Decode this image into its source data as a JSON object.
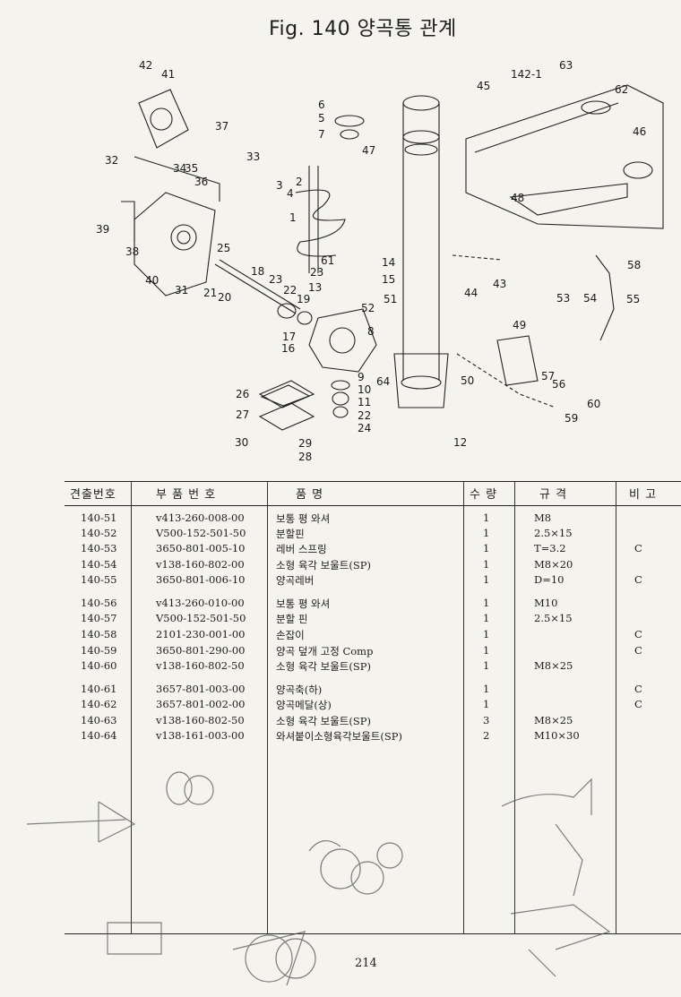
{
  "title": "Fig. 140   양곡통 관계",
  "callouts": [
    "42",
    "41",
    "37",
    "33",
    "32",
    "3",
    "4",
    "2",
    "1",
    "34",
    "35",
    "36",
    "39",
    "38",
    "40",
    "31",
    "21",
    "20",
    "18",
    "23",
    "22",
    "19",
    "25",
    "6",
    "5",
    "7",
    "47",
    "61",
    "14",
    "23",
    "15",
    "13",
    "52",
    "51",
    "17",
    "16",
    "8",
    "9",
    "10",
    "11",
    "22",
    "24",
    "26",
    "27",
    "30",
    "29",
    "28",
    "64",
    "142-1",
    "63",
    "45",
    "62",
    "46",
    "48",
    "43",
    "44",
    "50",
    "12",
    "58",
    "53",
    "54",
    "55",
    "49",
    "57",
    "56",
    "60",
    "59"
  ],
  "table": {
    "headers": [
      "견출번호",
      "부 품 번 호",
      "품                명",
      "수 량",
      "규    격",
      "비  고"
    ],
    "rows": [
      {
        "no": "140-51",
        "part": "v413-260-008-00",
        "name": "보통 평 와셔",
        "qty": "1",
        "spec": "M8",
        "note": ""
      },
      {
        "no": "140-52",
        "part": "V500-152-501-50",
        "name": "분할핀",
        "qty": "1",
        "spec": "2.5×15",
        "note": ""
      },
      {
        "no": "140-53",
        "part": "3650-801-005-10",
        "name": "레버 스프링",
        "qty": "1",
        "spec": "T=3.2",
        "note": "C"
      },
      {
        "no": "140-54",
        "part": "v138-160-802-00",
        "name": "소형 육각 보울트(SP)",
        "qty": "1",
        "spec": "M8×20",
        "note": ""
      },
      {
        "no": "140-55",
        "part": "3650-801-006-10",
        "name": "양곡레버",
        "qty": "1",
        "spec": "D=10",
        "note": "C"
      },
      {
        "no": "140-56",
        "part": "v413-260-010-00",
        "name": "보통 평 와셔",
        "qty": "1",
        "spec": "M10",
        "note": ""
      },
      {
        "no": "140-57",
        "part": "V500-152-501-50",
        "name": "분할 핀",
        "qty": "1",
        "spec": "2.5×15",
        "note": ""
      },
      {
        "no": "140-58",
        "part": "2101-230-001-00",
        "name": "손잡이",
        "qty": "1",
        "spec": "",
        "note": "C"
      },
      {
        "no": "140-59",
        "part": "3650-801-290-00",
        "name": "양곡 덮개 고정 Comp",
        "qty": "1",
        "spec": "",
        "note": "C"
      },
      {
        "no": "140-60",
        "part": "v138-160-802-50",
        "name": "소형 육각 보울트(SP)",
        "qty": "1",
        "spec": "M8×25",
        "note": ""
      },
      {
        "no": "140-61",
        "part": "3657-801-003-00",
        "name": "양곡축(하)",
        "qty": "1",
        "spec": "",
        "note": "C"
      },
      {
        "no": "140-62",
        "part": "3657-801-002-00",
        "name": "양곡메달(상)",
        "qty": "1",
        "spec": "",
        "note": "C"
      },
      {
        "no": "140-63",
        "part": "v138-160-802-50",
        "name": "소형 육각 보울트(SP)",
        "qty": "3",
        "spec": "M8×25",
        "note": ""
      },
      {
        "no": "140-64",
        "part": "v138-161-003-00",
        "name": "와셔붙이소형육각보울트(SP)",
        "qty": "2",
        "spec": "M10×30",
        "note": ""
      }
    ]
  },
  "page_number": "214"
}
